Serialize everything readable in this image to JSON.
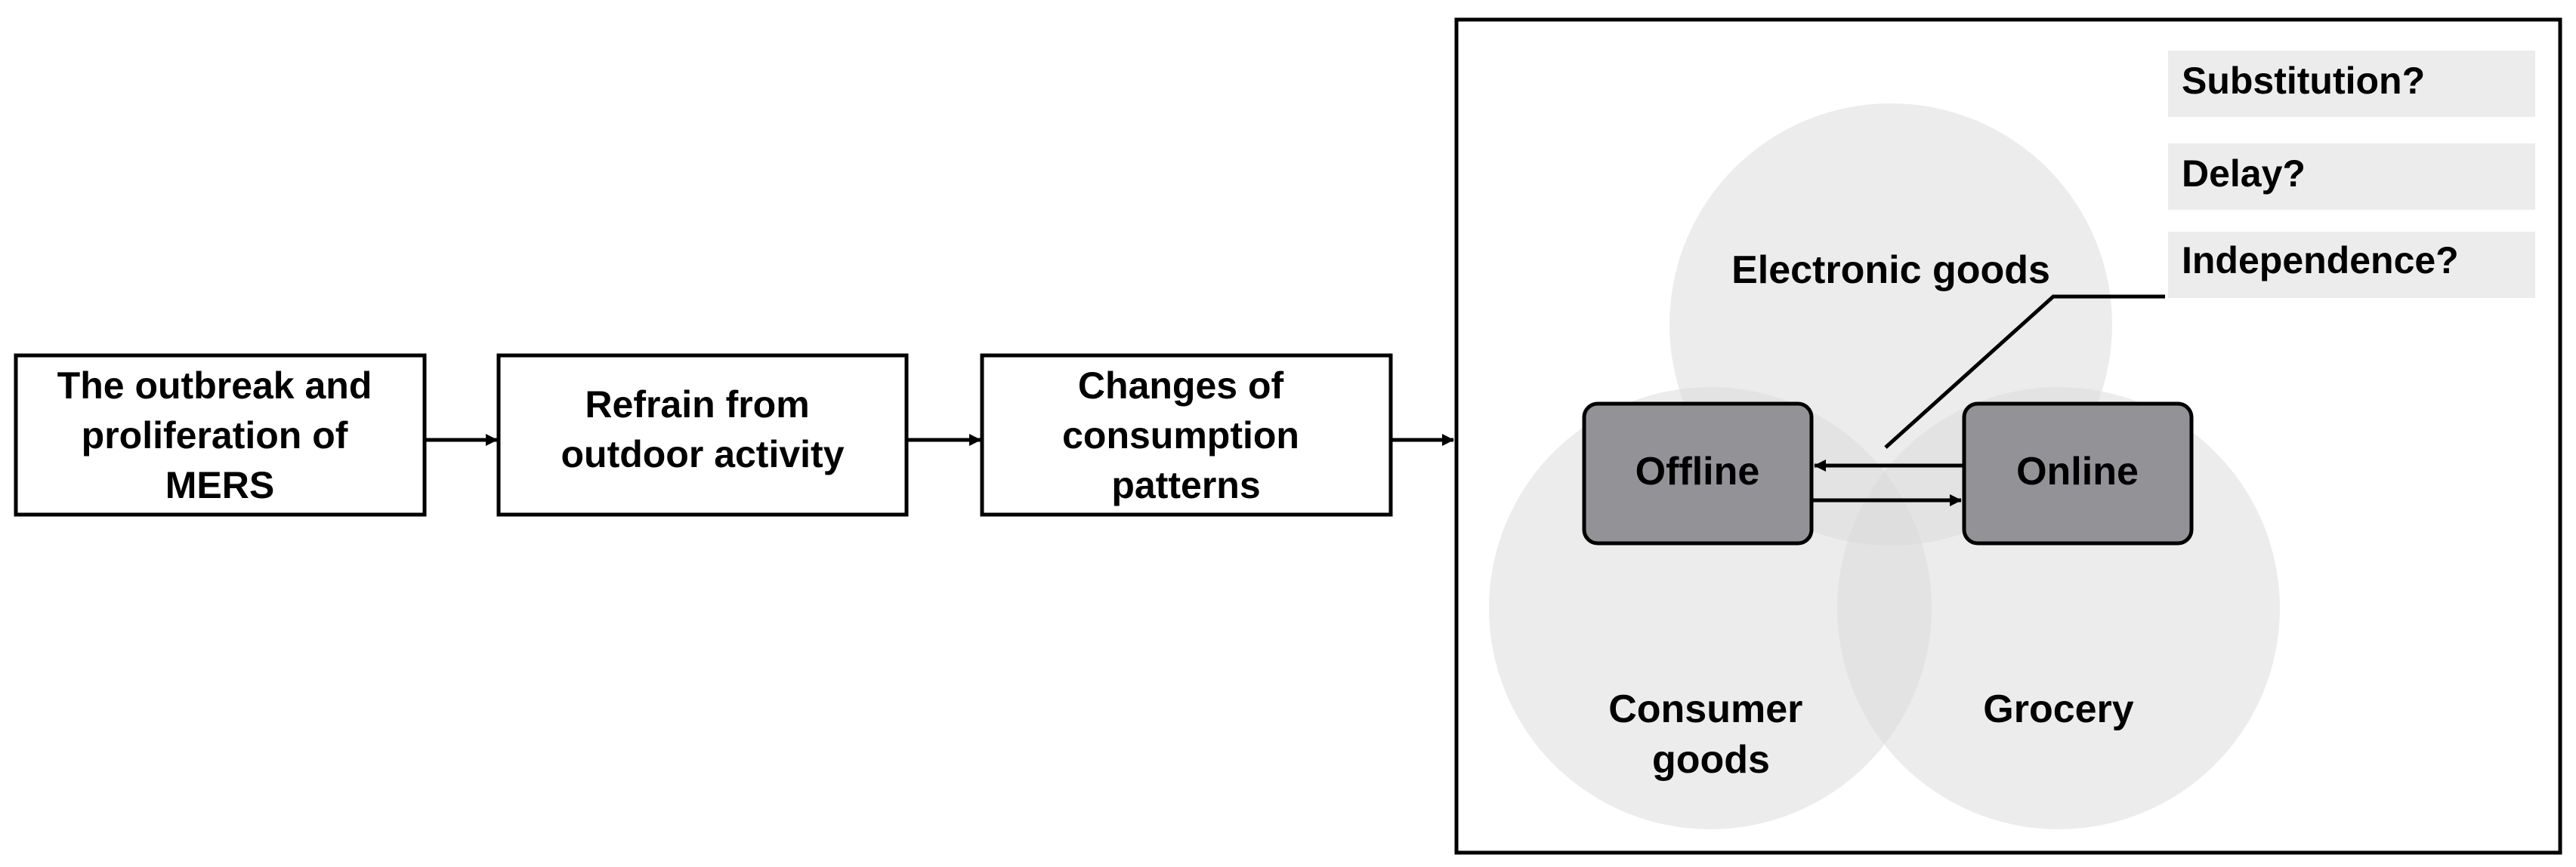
{
  "flow": {
    "steps": [
      {
        "lines": [
          "The outbreak and",
          "proliferation of",
          "MERS"
        ]
      },
      {
        "lines": [
          "Refrain from",
          "outdoor activity"
        ]
      },
      {
        "lines": [
          "Changes of",
          "consumption",
          "patterns"
        ]
      }
    ]
  },
  "venn": {
    "sets": {
      "electronic": "Electronic goods",
      "consumer": [
        "Consumer",
        "goods"
      ],
      "grocery": "Grocery"
    },
    "channels": {
      "offline": "Offline",
      "online": "Online"
    },
    "questions": [
      "Substitution?",
      "Delay?",
      "Independence?"
    ]
  },
  "colors": {
    "circle_fill": "#d9d9d9",
    "circle_opacity": 0.5,
    "channel_box": "#929297",
    "question_bg": "#ececec",
    "stroke": "#000000"
  }
}
